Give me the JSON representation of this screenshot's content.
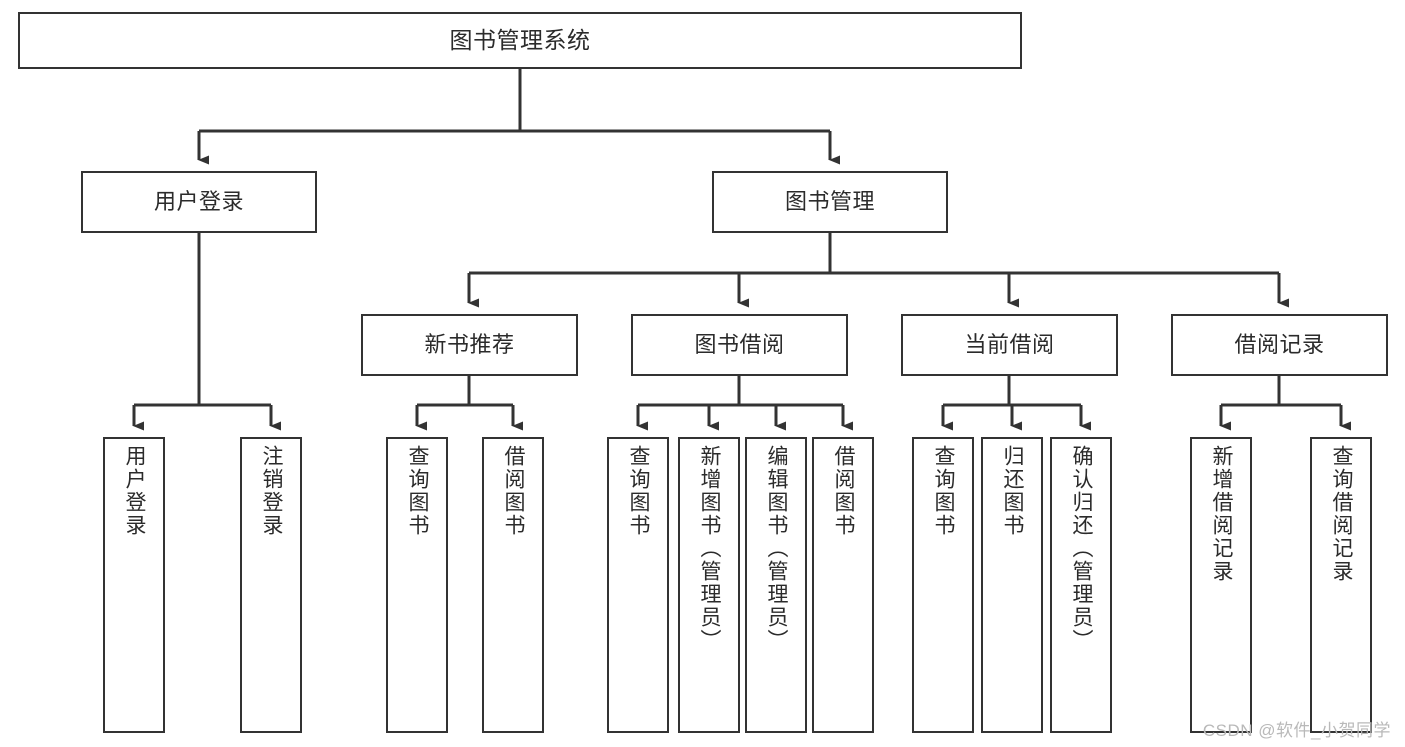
{
  "diagram": {
    "title": "图书管理系统",
    "type": "tree-hierarchy",
    "watermark": "CSDN @软件_小贺同学",
    "colors": {
      "background": "#ffffff",
      "box_border": "#333333",
      "box_fill": "#ffffff",
      "text": "#2b2b2b",
      "connector": "#333333",
      "watermark": "#b9b9b9"
    },
    "root": {
      "label": "图书管理系统"
    },
    "level2": [
      {
        "label": "用户登录"
      },
      {
        "label": "图书管理"
      }
    ],
    "level3": [
      {
        "label": "新书推荐"
      },
      {
        "label": "图书借阅"
      },
      {
        "label": "当前借阅"
      },
      {
        "label": "借阅记录"
      }
    ],
    "leaves": {
      "user_login": [
        {
          "label": "用户登录"
        },
        {
          "label": "注销登录"
        }
      ],
      "new_book_recommend": [
        {
          "label": "查询图书"
        },
        {
          "label": "借阅图书"
        }
      ],
      "book_borrow": [
        {
          "label": "查询图书"
        },
        {
          "label": "新增图书（管理员）"
        },
        {
          "label": "编辑图书（管理员）"
        },
        {
          "label": "借阅图书"
        }
      ],
      "current_borrow": [
        {
          "label": "查询图书"
        },
        {
          "label": "归还图书"
        },
        {
          "label": "确认归还（管理员）"
        }
      ],
      "borrow_record": [
        {
          "label": "新增借阅记录"
        },
        {
          "label": "查询借阅记录"
        }
      ]
    }
  }
}
